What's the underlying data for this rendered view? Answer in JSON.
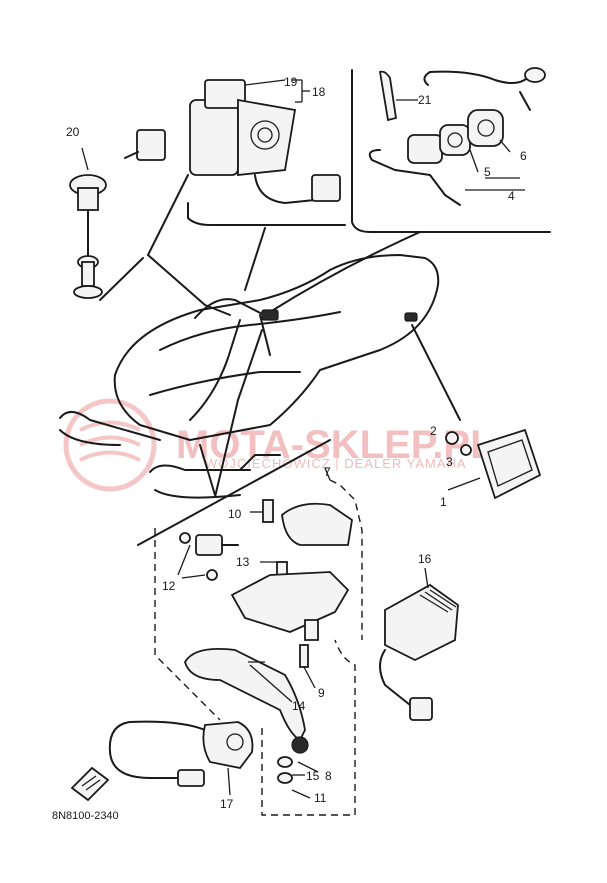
{
  "diagram_ref": "8N8100-2340",
  "callouts": [
    "19",
    "18",
    "20",
    "21",
    "6",
    "5",
    "4",
    "2",
    "3",
    "1",
    "7",
    "10",
    "13",
    "12",
    "16",
    "9",
    "14",
    "15",
    "8",
    "11",
    "17"
  ],
  "watermark": {
    "brand": "MOTA-SKLEP.PL",
    "subtitle": "WOJCIECHOWICZ | DEALER YAMAHA",
    "color": "#e98e8e"
  }
}
